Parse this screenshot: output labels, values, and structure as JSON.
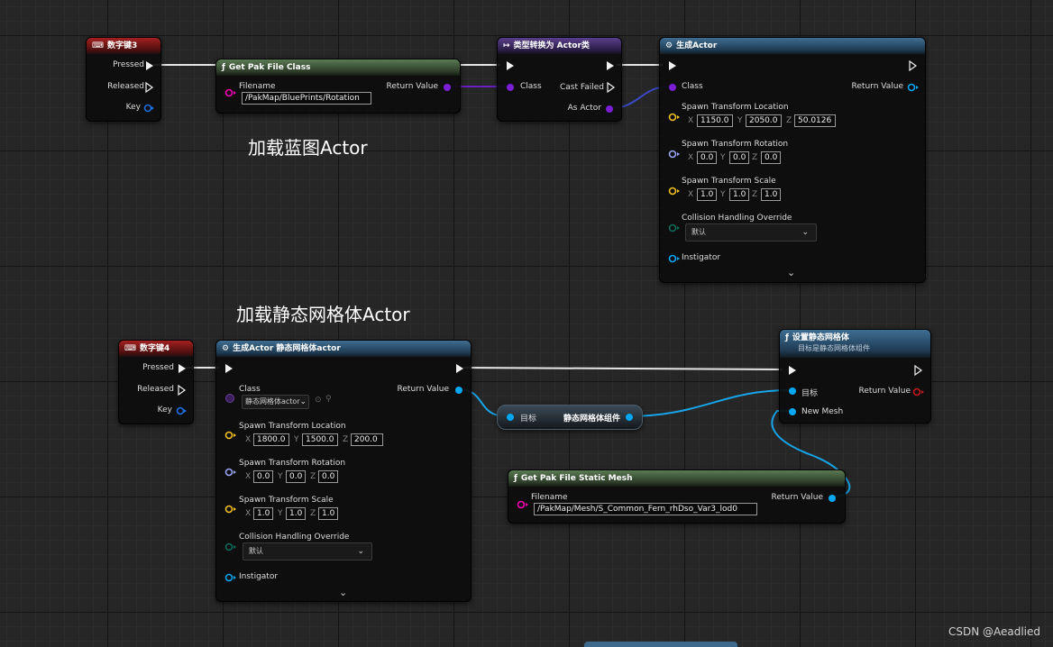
{
  "comments": {
    "load_blueprint": "加载蓝图Actor",
    "load_static_mesh": "加载静态网格体Actor"
  },
  "watermark": "CSDN @Aeadlied",
  "key3_node": {
    "title": "数字键3",
    "pressed": "Pressed",
    "released": "Released",
    "key": "Key"
  },
  "get_pak_class_node": {
    "title": "Get Pak File Class",
    "filename_label": "Filename",
    "filename_value": "/PakMap/BluePrints/Rotation",
    "return_label": "Return Value"
  },
  "cast_node": {
    "title": "类型转换为 Actor类",
    "class_label": "Class",
    "cast_failed": "Cast Failed",
    "as_actor": "As Actor"
  },
  "spawn_actor_node": {
    "title": "生成Actor",
    "class_label": "Class",
    "return_label": "Return Value",
    "location_label": "Spawn Transform Location",
    "location": {
      "x": "1150.0",
      "y": "2050.0",
      "z": "50.0126"
    },
    "rotation_label": "Spawn Transform Rotation",
    "rotation": {
      "x": "0.0",
      "y": "0.0",
      "z": "0.0"
    },
    "scale_label": "Spawn Transform Scale",
    "scale": {
      "x": "1.0",
      "y": "1.0",
      "z": "1.0"
    },
    "collision_label": "Collision Handling Override",
    "collision_value": "默认",
    "instigator_label": "Instigator"
  },
  "key4_node": {
    "title": "数字键4",
    "pressed": "Pressed",
    "released": "Released",
    "key": "Key"
  },
  "spawn_mesh_actor_node": {
    "title": "生成Actor 静态网格体actor",
    "class_label": "Class",
    "class_value": "静态网格体actor",
    "return_label": "Return Value",
    "location_label": "Spawn Transform Location",
    "location": {
      "x": "1800.0",
      "y": "1500.0",
      "z": "200.0"
    },
    "rotation_label": "Spawn Transform Rotation",
    "rotation": {
      "x": "0.0",
      "y": "0.0",
      "z": "0.0"
    },
    "scale_label": "Spawn Transform Scale",
    "scale": {
      "x": "1.0",
      "y": "1.0",
      "z": "1.0"
    },
    "collision_label": "Collision Handling Override",
    "collision_value": "默认",
    "instigator_label": "Instigator"
  },
  "getter_node": {
    "target_label": "目标",
    "output_label": "静态网格体组件"
  },
  "set_mesh_node": {
    "title": "设置静态网格体",
    "subtitle": "目标是静态网格体组件",
    "target_label": "目标",
    "return_label": "Return Value",
    "new_mesh_label": "New Mesh"
  },
  "get_pak_mesh_node": {
    "title": "Get Pak File Static Mesh",
    "filename_label": "Filename",
    "filename_value": "/PakMap/Mesh/S_Common_Fern_rhDso_Var3_lod0",
    "return_label": "Return Value"
  },
  "axis_labels": {
    "x": "X",
    "y": "Y",
    "z": "Z"
  },
  "colors": {
    "exec": "#f2f2f2",
    "class_pin": "#7a1fd6",
    "object_pin": "#00a8f3",
    "vector_pin": "#f4c125",
    "rotator_pin": "#9aa6f5",
    "enum_pin": "#0e6b5a",
    "string_pin": "#f700b4",
    "event_header": "#a42020",
    "function_header": "#5a7a52",
    "spawn_header": "#3f6e93",
    "cast_header": "#5a3f8c"
  }
}
